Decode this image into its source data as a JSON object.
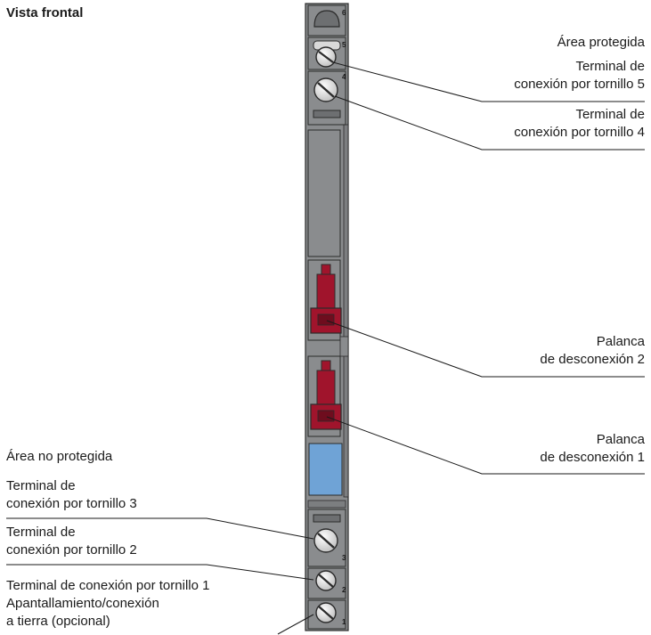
{
  "view_title": "Vista frontal",
  "right_labels": {
    "protected_area": "Área protegida",
    "terminal5": [
      "Terminal de",
      "conexión por tornillo 5"
    ],
    "terminal4": [
      "Terminal de",
      "conexión por tornillo 4"
    ],
    "lever2": [
      "Palanca",
      "de desconexión 2"
    ],
    "lever1": [
      "Palanca",
      "de desconexión 1"
    ]
  },
  "left_labels": {
    "unprotected_area": "Área no protegida",
    "terminal3": [
      "Terminal de",
      "conexión por tornillo 3"
    ],
    "terminal2": [
      "Terminal de",
      "conexión por tornillo 2"
    ],
    "terminal1": [
      "Terminal de conexión por tornillo 1",
      "Apantallamiento/conexión",
      "a tierra (opcional)"
    ]
  },
  "terminal_numbers": [
    "6",
    "5",
    "4",
    "3",
    "2",
    "1"
  ],
  "colors": {
    "housing": "#8a8c8e",
    "housing_dark": "#6d6f71",
    "outline": "#2b2b2b",
    "lever": "#a0142c",
    "lever_dark": "#6e0d1e",
    "window": "#6fa3d6",
    "screw": "#e6e6e6"
  }
}
